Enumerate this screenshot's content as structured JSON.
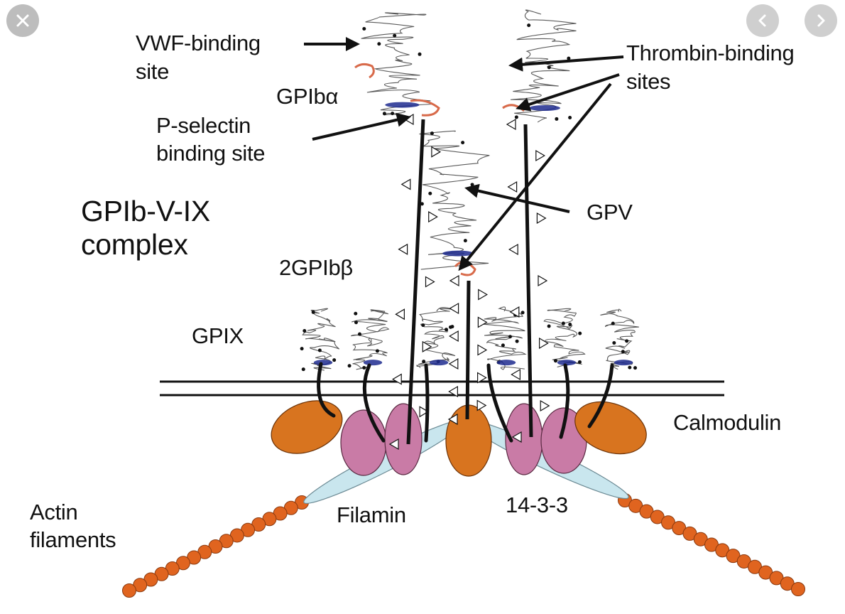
{
  "viewer": {
    "close_icon": "close-icon",
    "prev_icon": "chevron-left-icon",
    "next_icon": "chevron-right-icon"
  },
  "diagram": {
    "labels": {
      "vwf_line1": "VWF-binding",
      "vwf_line2": "site",
      "gpiba": "GPIbα",
      "pselectin_line1": "P-selectin",
      "pselectin_line2": "binding site",
      "complex_line1": "GPIb-V-IX",
      "complex_line2": "complex",
      "gpibb": "2GPIbβ",
      "gpix": "GPIX",
      "thrombin_line1": "Thrombin-binding",
      "thrombin_line2": "sites",
      "gpv": "GPV",
      "calmodulin": "Calmodulin",
      "actin_line1": "Actin",
      "actin_line2": "filaments",
      "filamin": "Filamin",
      "p1433": "14-3-3"
    },
    "colors": {
      "calmodulin": "#d8741f",
      "protein_1433": "#c97ba6",
      "filamin": "#c9e6ee",
      "actin": "#e0641f",
      "membrane": "#111111",
      "backbone": "#5a5a5a",
      "helix": "#1f2c8f",
      "loop": "#d86a4a"
    }
  }
}
